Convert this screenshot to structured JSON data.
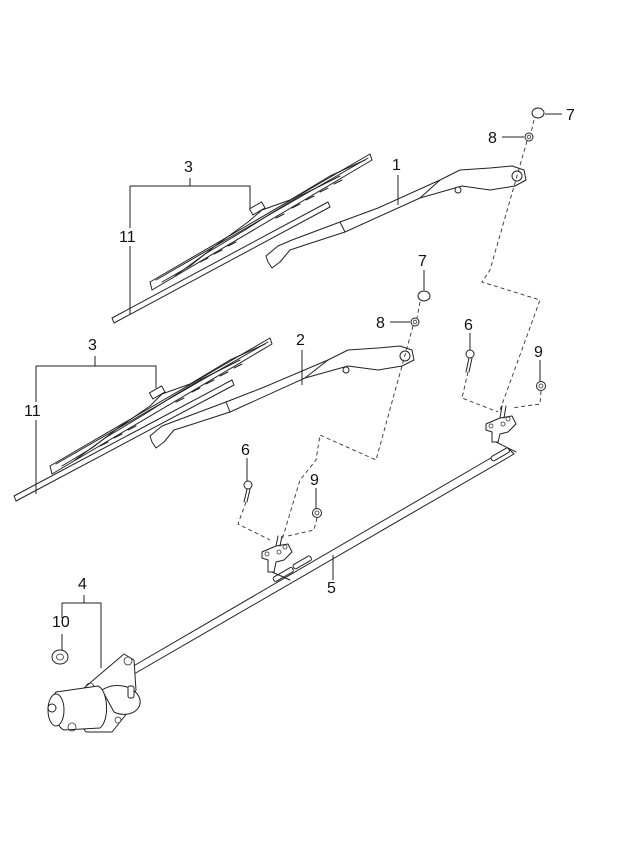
{
  "diagram": {
    "type": "exploded-parts-diagram",
    "subject": "windshield wiper system",
    "callouts": [
      {
        "id": "c1",
        "label": "1",
        "part": "wiper arm (passenger side)"
      },
      {
        "id": "c2",
        "label": "2",
        "part": "wiper arm (driver side)"
      },
      {
        "id": "c3a",
        "label": "3",
        "part": "wiper blade (upper)"
      },
      {
        "id": "c3b",
        "label": "3",
        "part": "wiper blade (lower)"
      },
      {
        "id": "c4",
        "label": "4",
        "part": "wiper motor assembly"
      },
      {
        "id": "c5",
        "label": "5",
        "part": "wiper linkage"
      },
      {
        "id": "c6a",
        "label": "6",
        "part": "bolt (right pivot)"
      },
      {
        "id": "c6b",
        "label": "6",
        "part": "bolt (left pivot)"
      },
      {
        "id": "c7a",
        "label": "7",
        "part": "cap (upper arm)"
      },
      {
        "id": "c7b",
        "label": "7",
        "part": "cap (lower arm)"
      },
      {
        "id": "c8a",
        "label": "8",
        "part": "nut (upper arm)"
      },
      {
        "id": "c8b",
        "label": "8",
        "part": "nut (lower arm)"
      },
      {
        "id": "c9a",
        "label": "9",
        "part": "nut (right pivot)"
      },
      {
        "id": "c9b",
        "label": "9",
        "part": "nut (left pivot)"
      },
      {
        "id": "c10",
        "label": "10",
        "part": "grommet / nut"
      },
      {
        "id": "c11a",
        "label": "11",
        "part": "blade refill (upper)"
      },
      {
        "id": "c11b",
        "label": "11",
        "part": "blade refill (lower)"
      }
    ]
  }
}
